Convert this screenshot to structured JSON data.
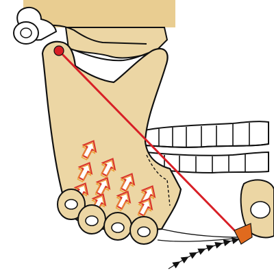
{
  "diagram": {
    "colors": {
      "bone": "#ecd6a4",
      "skull_band": "#e9cd91",
      "outline": "#111111",
      "force_line": "#d81f26",
      "pivot_point": "#d81f26",
      "arrow_orange": "#ee9a2c",
      "arrow_red": "#d9362b",
      "tooth_white": "#ffffff",
      "force_marker": "#e06a1e",
      "path_arrows": "#111111"
    },
    "elements": {
      "condyle_pivot": "red-dot",
      "force_line": "red-line",
      "finger_arrows": "outlined-chevron-arrows",
      "motion_path": "black-triangle-chain"
    }
  }
}
